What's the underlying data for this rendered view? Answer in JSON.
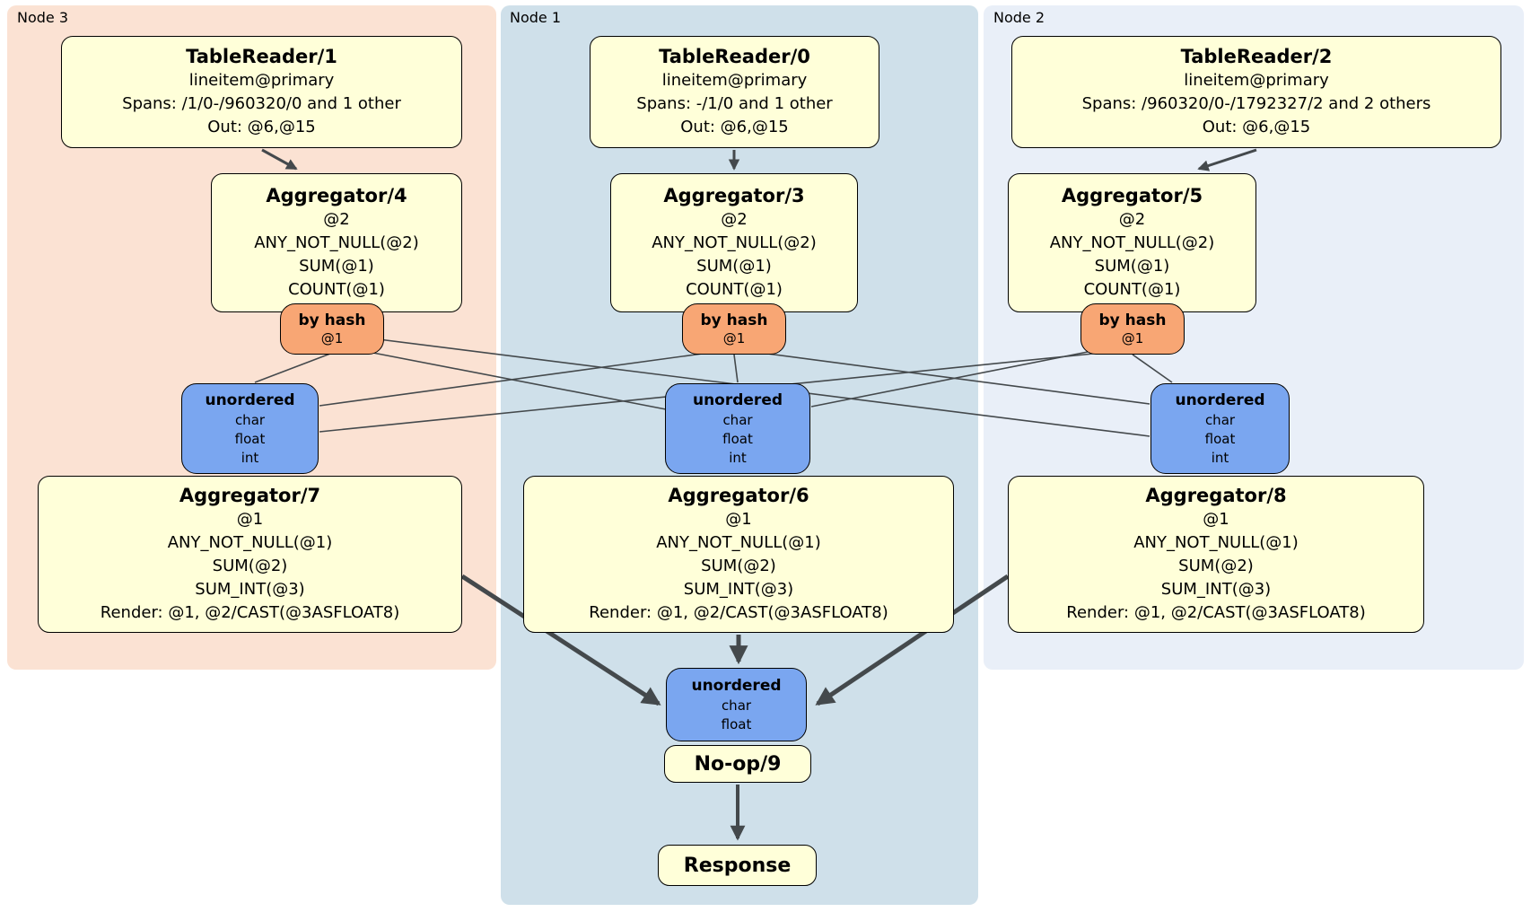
{
  "panels": [
    {
      "id": "node3",
      "label": "Node 3"
    },
    {
      "id": "node1",
      "label": "Node 1"
    },
    {
      "id": "node2",
      "label": "Node 2"
    }
  ],
  "processors": {
    "tr1": {
      "title": "TableReader/1",
      "lines": [
        "lineitem@primary",
        "Spans: /1/0-/960320/0 and 1 other",
        "Out: @6,@15"
      ]
    },
    "tr0": {
      "title": "TableReader/0",
      "lines": [
        "lineitem@primary",
        "Spans: -/1/0 and 1 other",
        "Out: @6,@15"
      ]
    },
    "tr2": {
      "title": "TableReader/2",
      "lines": [
        "lineitem@primary",
        "Spans: /960320/0-/1792327/2 and 2 others",
        "Out: @6,@15"
      ]
    },
    "agg4": {
      "title": "Aggregator/4",
      "lines": [
        "@2",
        "ANY_NOT_NULL(@2)",
        "SUM(@1)",
        "COUNT(@1)"
      ]
    },
    "agg3": {
      "title": "Aggregator/3",
      "lines": [
        "@2",
        "ANY_NOT_NULL(@2)",
        "SUM(@1)",
        "COUNT(@1)"
      ]
    },
    "agg5": {
      "title": "Aggregator/5",
      "lines": [
        "@2",
        "ANY_NOT_NULL(@2)",
        "SUM(@1)",
        "COUNT(@1)"
      ]
    },
    "agg7": {
      "title": "Aggregator/7",
      "lines": [
        "@1",
        "ANY_NOT_NULL(@1)",
        "SUM(@2)",
        "SUM_INT(@3)",
        "Render: @1, @2/CAST(@3ASFLOAT8)"
      ]
    },
    "agg6": {
      "title": "Aggregator/6",
      "lines": [
        "@1",
        "ANY_NOT_NULL(@1)",
        "SUM(@2)",
        "SUM_INT(@3)",
        "Render: @1, @2/CAST(@3ASFLOAT8)"
      ]
    },
    "agg8": {
      "title": "Aggregator/8",
      "lines": [
        "@1",
        "ANY_NOT_NULL(@1)",
        "SUM(@2)",
        "SUM_INT(@3)",
        "Render: @1, @2/CAST(@3ASFLOAT8)"
      ]
    },
    "noop": {
      "title": "No-op/9"
    },
    "resp": {
      "title": "Response"
    }
  },
  "routers": {
    "r4": {
      "label": "by hash",
      "detail": "@1"
    },
    "r3": {
      "label": "by hash",
      "detail": "@1"
    },
    "r5": {
      "label": "by hash",
      "detail": "@1"
    }
  },
  "streams": {
    "s7": {
      "label": "unordered",
      "types": [
        "char",
        "float",
        "int"
      ]
    },
    "s6": {
      "label": "unordered",
      "types": [
        "char",
        "float",
        "int"
      ]
    },
    "s8": {
      "label": "unordered",
      "types": [
        "char",
        "float",
        "int"
      ]
    },
    "sf": {
      "label": "unordered",
      "types": [
        "char",
        "float"
      ]
    }
  },
  "colors": {
    "panel_node3": "#FBE2D3",
    "panel_node1": "#CFE0EA",
    "panel_node2": "#E9EFF8",
    "processor_fill": "#FFFFD9",
    "router_fill": "#F8A674",
    "stream_fill": "#7AA6F0",
    "edge": "#44494C"
  }
}
